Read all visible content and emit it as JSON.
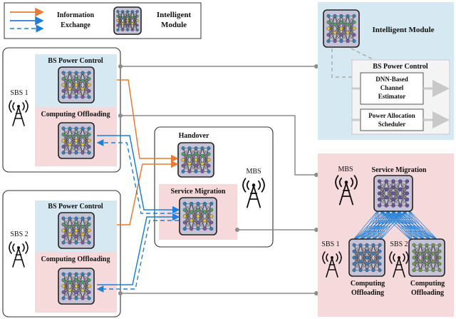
{
  "legend": {
    "info_line1": "Information",
    "info_line2": "Exchange",
    "module_line1": "Intelligent",
    "module_line2": "Module"
  },
  "left": {
    "sbs1": "SBS 1",
    "sbs2": "SBS 2",
    "bs_power_1": "BS Power Control",
    "bs_power_2": "BS Power Control",
    "offload_1": "Computing Offloading",
    "offload_2": "Computing Offloading",
    "handover": "Handover",
    "service_migration": "Service Migration",
    "mbs": "MBS"
  },
  "right_top": {
    "title": "Intelligent Module",
    "bs_power": "BS Power Control",
    "dnn_line1": "DNN-Based",
    "dnn_line2": "Channel",
    "dnn_line3": "Estimator",
    "pa_line1": "Power Allocation",
    "pa_line2": "Scheduler"
  },
  "right_bottom": {
    "mbs": "MBS",
    "service_migration": "Service Migration",
    "sbs1": "SBS 1",
    "sbs2": "SBS 2",
    "off1_line1": "Computing",
    "off1_line2": "Offloading",
    "off2_line1": "Computing",
    "off2_line2": "Offloading"
  },
  "colors": {
    "orange": "#ec7a30",
    "blue": "#1f7fd6",
    "blue_panel": "#d6e9f2",
    "pink_panel": "#f6d9da",
    "gray_line": "#8c8c8c",
    "module_bg": "#c7c3d6"
  }
}
